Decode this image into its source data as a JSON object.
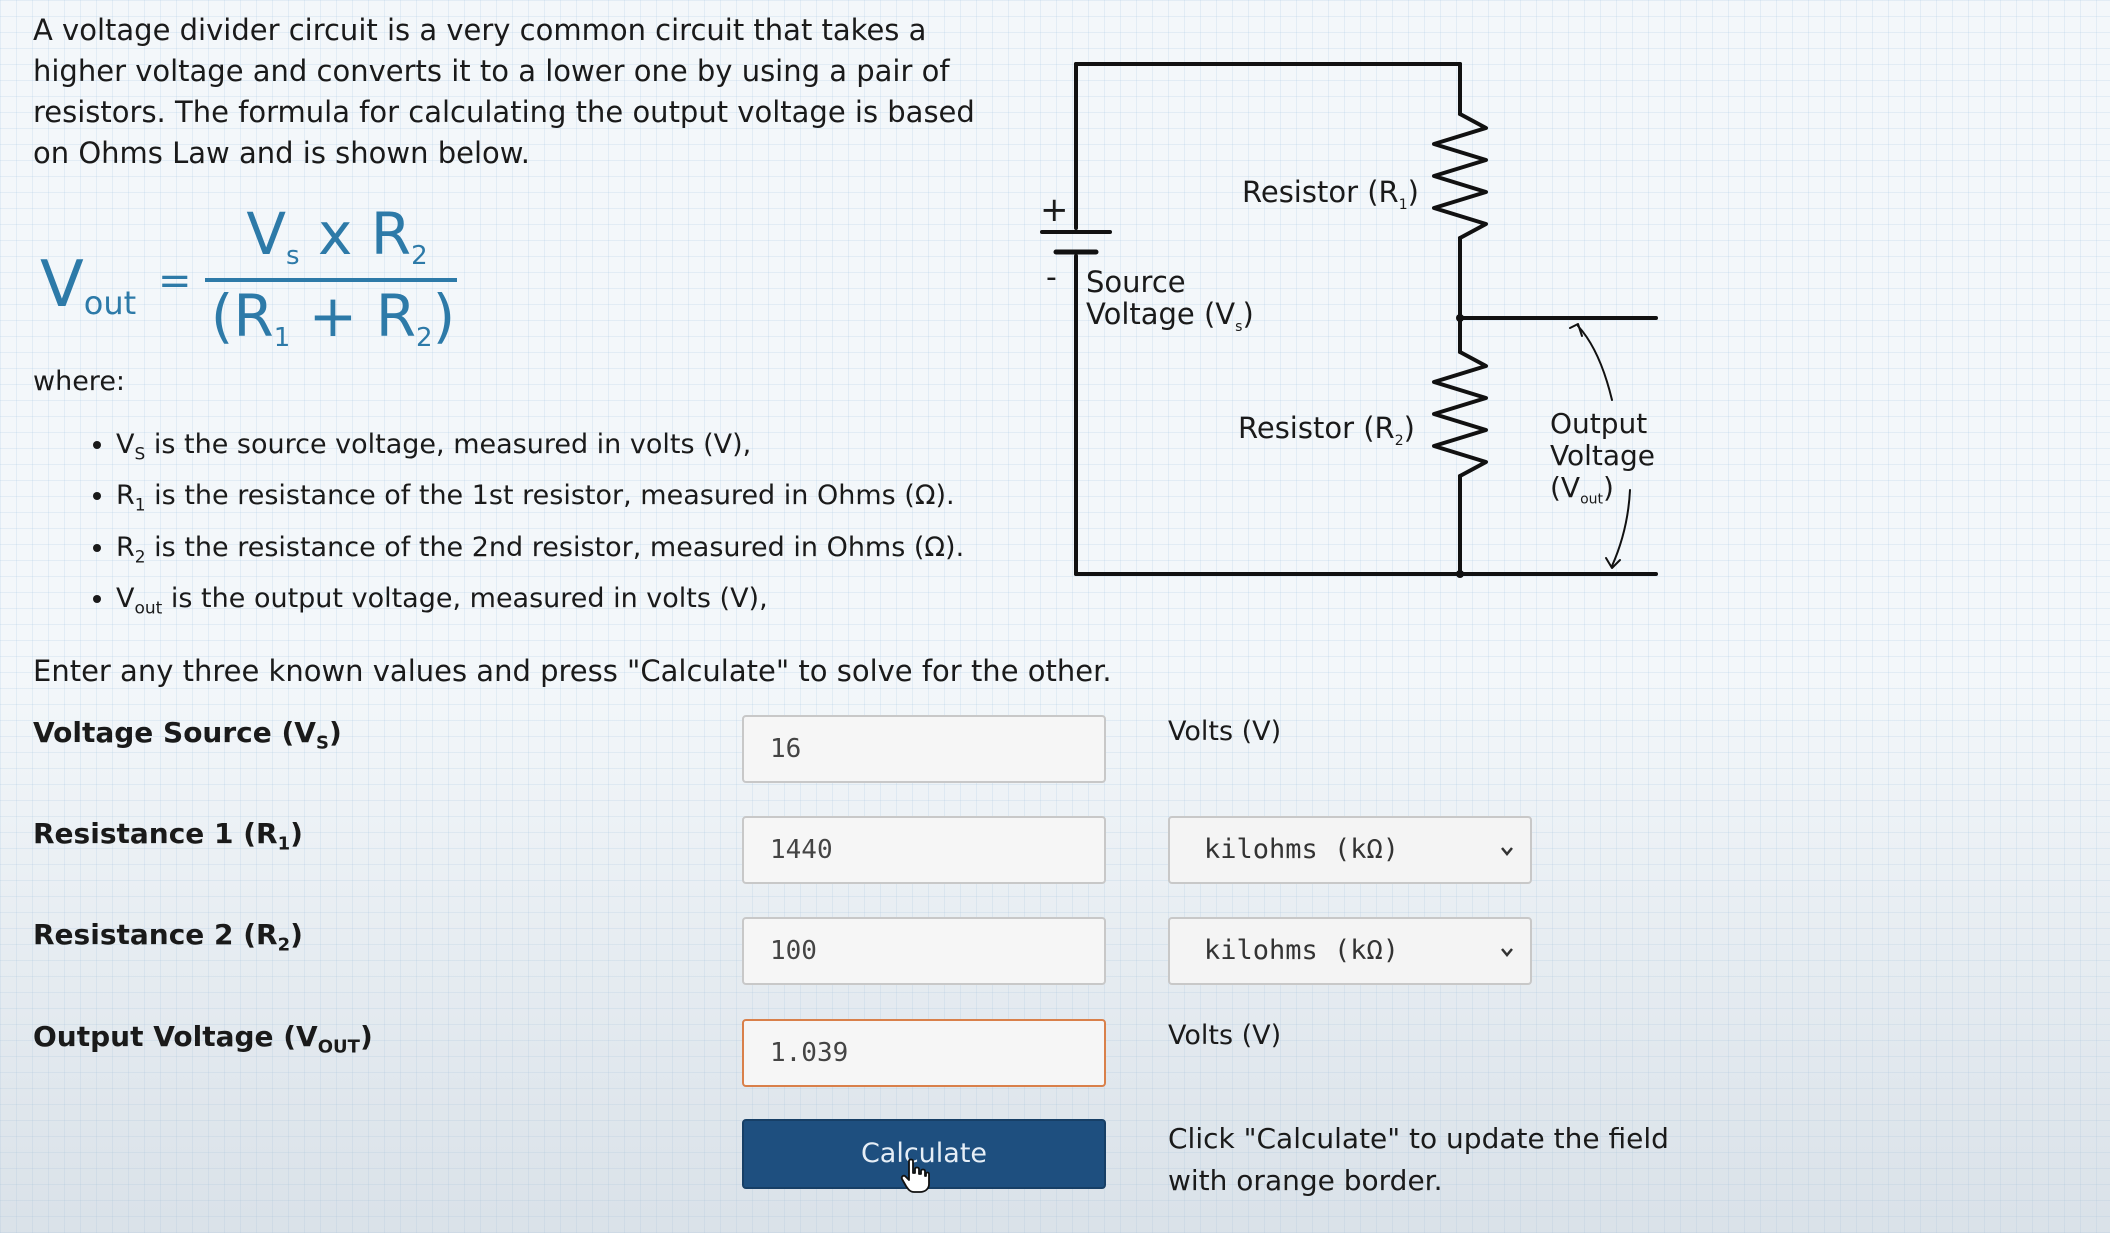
{
  "intro": "A voltage divider circuit is a very common circuit that takes a higher voltage and converts it to a lower one by using a pair of resistors. The formula for calculating the output voltage is based on Ohms Law and is shown below.",
  "formula": {
    "lhs": "V",
    "lhs_sub": "out",
    "eq": "=",
    "num_a": "V",
    "num_a_sub": "s",
    "num_op": " x R",
    "num_b_sub": "2",
    "den_open": "(R",
    "den_a_sub": "1",
    "den_op": " + R",
    "den_b_sub": "2",
    "den_close": ")"
  },
  "where_label": "where:",
  "definitions": [
    {
      "sym": "V",
      "sub": "S",
      "text": " is the source voltage, measured in volts (V),"
    },
    {
      "sym": "R",
      "sub": "1",
      "text": " is the resistance of the 1st resistor, measured in Ohms (Ω)."
    },
    {
      "sym": "R",
      "sub": "2",
      "text": " is the resistance of the 2nd resistor, measured in Ohms (Ω)."
    },
    {
      "sym": "V",
      "sub": "out",
      "text": " is the output voltage, measured in volts (V),"
    }
  ],
  "instruction": "Enter any three known values and press \"Calculate\" to solve for the other.",
  "fields": {
    "vs": {
      "label": "Voltage Source (V",
      "sub": "S",
      "close": ")",
      "value": "16",
      "unit": "Volts (V)"
    },
    "r1": {
      "label": "Resistance 1 (R",
      "sub": "1",
      "close": ")",
      "value": "1440",
      "unit": "kilohms (kΩ)"
    },
    "r2": {
      "label": "Resistance 2 (R",
      "sub": "2",
      "close": ")",
      "value": "100",
      "unit": "kilohms (kΩ)"
    },
    "vout": {
      "label": "Output Voltage (V",
      "sub": "OUT",
      "close": ")",
      "value": "1.039",
      "unit": "Volts (V)"
    }
  },
  "button": {
    "label": "Calculate"
  },
  "hint": "Click \"Calculate\" to update the field with orange border.",
  "circuit": {
    "plus": "+",
    "minus": "-",
    "r1_label": "Resistor (R",
    "r1_sub": "1",
    "r2_label": "Resistor (R",
    "r2_sub": "2",
    "source_line1": "Source",
    "source_line2": "Voltage (V",
    "source_sub": "s",
    "output_line1": "Output",
    "output_line2": "Voltage",
    "output_line3": "(V",
    "output_sub": "out",
    "close": ")"
  },
  "colors": {
    "formula": "#2d7aa8",
    "button": "#1e4f7f",
    "output_border": "#d9804a"
  }
}
